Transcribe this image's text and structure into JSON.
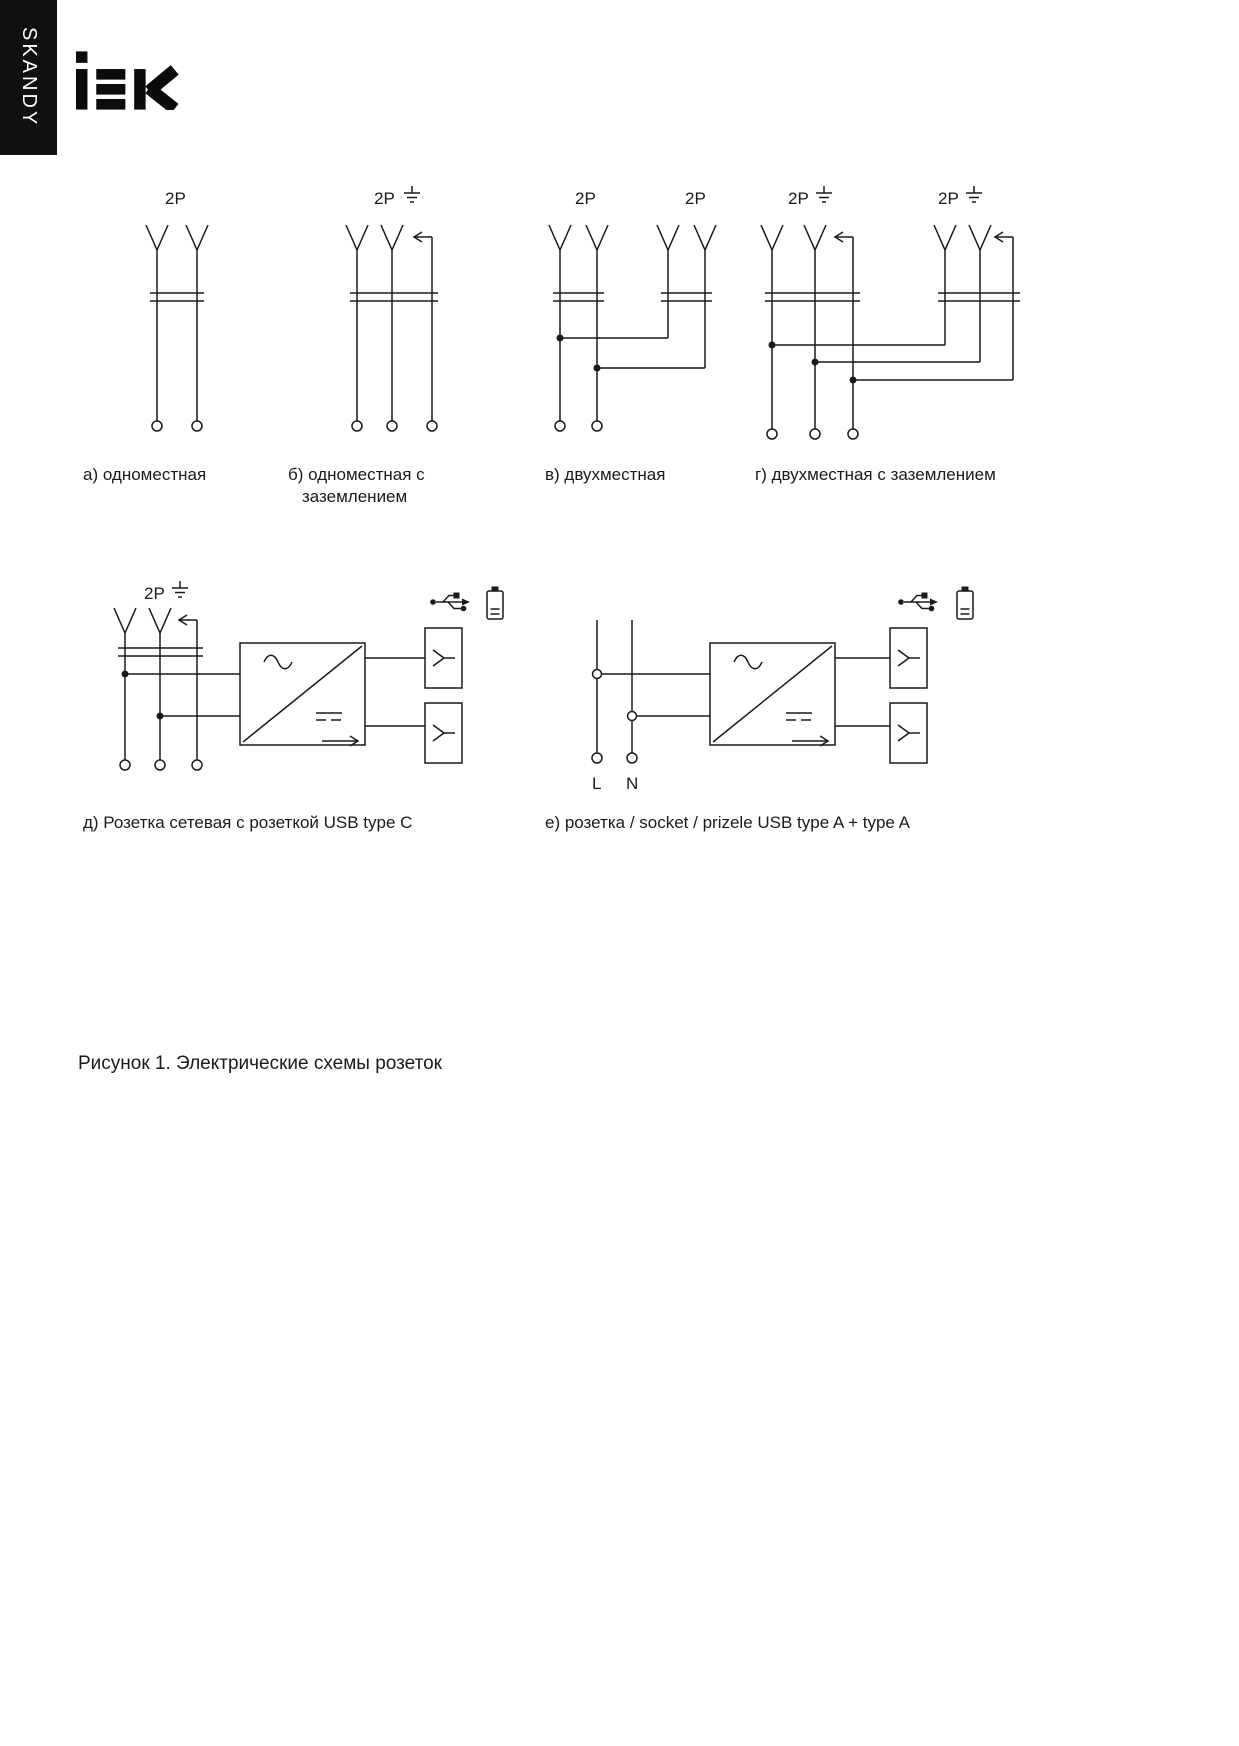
{
  "brand": {
    "series": "SKANDY",
    "logo": "IEK"
  },
  "schematics": {
    "a": {
      "pole": "2P",
      "caption": "а) одноместная"
    },
    "b": {
      "pole": "2P",
      "caption_1": "б) одноместная с",
      "caption_2": "заземлением"
    },
    "v": {
      "pole_left": "2P",
      "pole_right": "2P",
      "caption": "в) двухместная"
    },
    "g": {
      "pole_left": "2P",
      "pole_right": "2P",
      "caption": "г) двухместная с заземлением"
    },
    "d": {
      "pole": "2P",
      "caption": "д) Розетка сетевая с розеткой USB type C"
    },
    "e": {
      "line": "L",
      "neutral": "N",
      "caption": "е) розетка / socket / prizele USB type A + type A"
    }
  },
  "figure": {
    "caption": "Рисунок 1. Электрические схемы розеток"
  }
}
